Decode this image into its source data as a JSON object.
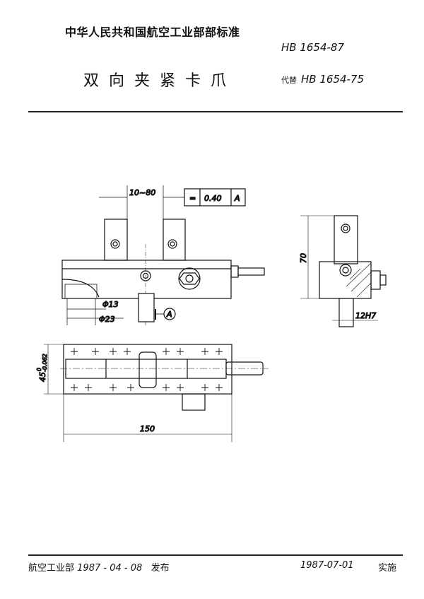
{
  "header": {
    "organization": "中华人民共和国航空工业部部标准",
    "standard_code": "HB 1654-87",
    "title": "双向夹紧卡爪",
    "replaces_label": "代替",
    "replaces_code": "HB 1654-75"
  },
  "drawing": {
    "front_view": {
      "adjust_range": "10~80",
      "tolerance_symbol": "=",
      "tolerance_value": "0.40",
      "tolerance_datum": "A",
      "dia_small": "Φ13",
      "dia_large": "Φ23",
      "datum_label": "A"
    },
    "side_view": {
      "height": "70",
      "key_fit": "12H7"
    },
    "top_view": {
      "width_nominal": "45",
      "width_upper_dev": "0",
      "width_lower_dev": "-0.062",
      "length": "150"
    }
  },
  "footer": {
    "issuer": "航空工业部",
    "issue_date": "1987 - 04 - 08",
    "issue_label": "发布",
    "effective_date": "1987-07-01",
    "effective_label": "实施"
  }
}
